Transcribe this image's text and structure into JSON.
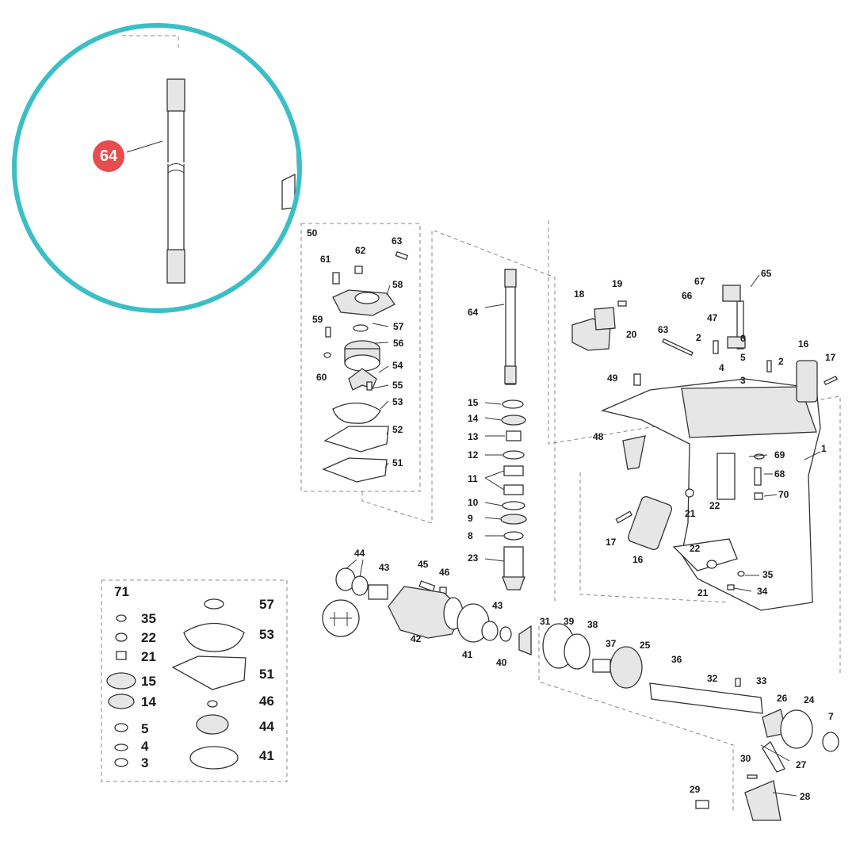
{
  "zoom": {
    "ring_color": "#3bbfc6",
    "badge_color": "#e74c4f",
    "badge_label": "64"
  },
  "callouts": [
    {
      "id": "c50",
      "label": "50"
    },
    {
      "id": "c63a",
      "label": "63"
    },
    {
      "id": "c61",
      "label": "61"
    },
    {
      "id": "c62",
      "label": "62"
    },
    {
      "id": "c58",
      "label": "58"
    },
    {
      "id": "c59",
      "label": "59"
    },
    {
      "id": "c57",
      "label": "57"
    },
    {
      "id": "c56",
      "label": "56"
    },
    {
      "id": "c60",
      "label": "60"
    },
    {
      "id": "c54",
      "label": "54"
    },
    {
      "id": "c55",
      "label": "55"
    },
    {
      "id": "c53",
      "label": "53"
    },
    {
      "id": "c52",
      "label": "52"
    },
    {
      "id": "c51",
      "label": "51"
    },
    {
      "id": "c64",
      "label": "64"
    },
    {
      "id": "c15",
      "label": "15"
    },
    {
      "id": "c14",
      "label": "14"
    },
    {
      "id": "c13",
      "label": "13"
    },
    {
      "id": "c12",
      "label": "12"
    },
    {
      "id": "c11",
      "label": "11"
    },
    {
      "id": "c10",
      "label": "10"
    },
    {
      "id": "c9",
      "label": "9"
    },
    {
      "id": "c8",
      "label": "8"
    },
    {
      "id": "c23",
      "label": "23"
    },
    {
      "id": "c18",
      "label": "18"
    },
    {
      "id": "c19",
      "label": "19"
    },
    {
      "id": "c20",
      "label": "20"
    },
    {
      "id": "c67",
      "label": "67"
    },
    {
      "id": "c65",
      "label": "65"
    },
    {
      "id": "c66",
      "label": "66"
    },
    {
      "id": "c47",
      "label": "47"
    },
    {
      "id": "c63b",
      "label": "63"
    },
    {
      "id": "c2a",
      "label": "2"
    },
    {
      "id": "c6",
      "label": "6"
    },
    {
      "id": "c5",
      "label": "5"
    },
    {
      "id": "c4",
      "label": "4"
    },
    {
      "id": "c3",
      "label": "3"
    },
    {
      "id": "c2b",
      "label": "2"
    },
    {
      "id": "c16a",
      "label": "16"
    },
    {
      "id": "c17a",
      "label": "17"
    },
    {
      "id": "c49",
      "label": "49"
    },
    {
      "id": "c48",
      "label": "48"
    },
    {
      "id": "c1",
      "label": "1"
    },
    {
      "id": "c69",
      "label": "69"
    },
    {
      "id": "c68",
      "label": "68"
    },
    {
      "id": "c70",
      "label": "70"
    },
    {
      "id": "c22a",
      "label": "22"
    },
    {
      "id": "c21a",
      "label": "21"
    },
    {
      "id": "c17b",
      "label": "17"
    },
    {
      "id": "c16b",
      "label": "16"
    },
    {
      "id": "c22b",
      "label": "22"
    },
    {
      "id": "c35a",
      "label": "35"
    },
    {
      "id": "c21b",
      "label": "21"
    },
    {
      "id": "c34",
      "label": "34"
    },
    {
      "id": "c44a",
      "label": "44"
    },
    {
      "id": "c43a",
      "label": "43"
    },
    {
      "id": "c45",
      "label": "45"
    },
    {
      "id": "c46a",
      "label": "46"
    },
    {
      "id": "c42",
      "label": "42"
    },
    {
      "id": "c41a",
      "label": "41"
    },
    {
      "id": "c43b",
      "label": "43"
    },
    {
      "id": "c40",
      "label": "40"
    },
    {
      "id": "c31",
      "label": "31"
    },
    {
      "id": "c39",
      "label": "39"
    },
    {
      "id": "c38",
      "label": "38"
    },
    {
      "id": "c37",
      "label": "37"
    },
    {
      "id": "c25",
      "label": "25"
    },
    {
      "id": "c36",
      "label": "36"
    },
    {
      "id": "c32",
      "label": "32"
    },
    {
      "id": "c33",
      "label": "33"
    },
    {
      "id": "c26",
      "label": "26"
    },
    {
      "id": "c24",
      "label": "24"
    },
    {
      "id": "c7",
      "label": "7"
    },
    {
      "id": "c30",
      "label": "30"
    },
    {
      "id": "c27",
      "label": "27"
    },
    {
      "id": "c29",
      "label": "29"
    },
    {
      "id": "c28",
      "label": "28"
    }
  ],
  "kit": {
    "title": "71",
    "left_items": [
      "35",
      "22",
      "21",
      "15",
      "14",
      "5",
      "4",
      "3"
    ],
    "right_items": [
      "57",
      "53",
      "51",
      "46",
      "44",
      "41"
    ]
  }
}
